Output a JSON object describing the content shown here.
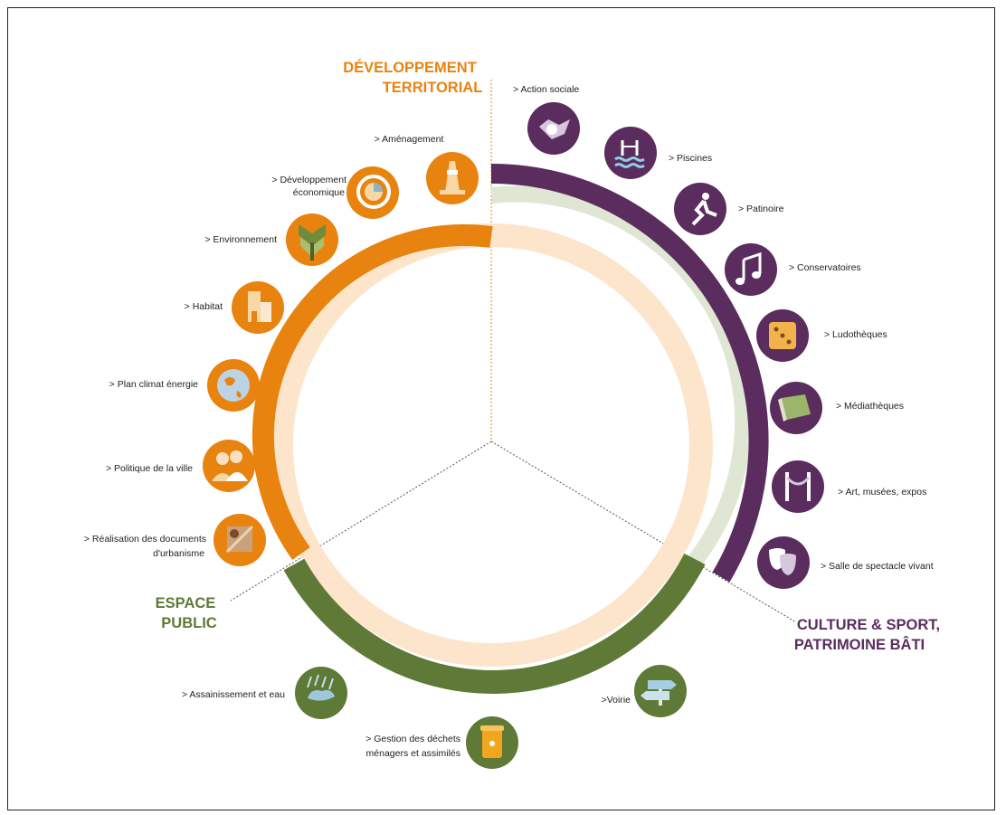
{
  "sections": {
    "dev": {
      "line1": "DÉVELOPPEMENT",
      "line2": "TERRITORIAL",
      "color": "#e8830f"
    },
    "culture": {
      "line1": "CULTURE & SPORT,",
      "line2": "PATRIMOINE BÂTI",
      "color": "#5b2c5e"
    },
    "espace": {
      "line1": "ESPACE",
      "line2": "PUBLIC",
      "color": "#5e7a36"
    }
  },
  "colors": {
    "orange": "#e8830f",
    "purple": "#5b2c5e",
    "green": "#5e7a36",
    "sage": "#dfe6d3",
    "peach": "#fde5cc"
  },
  "items": {
    "amenagement": {
      "label": "> Aménagement",
      "icon": "traffic-cone-icon"
    },
    "dev_eco": {
      "line1": "> Développement",
      "line2": "économique",
      "icon": "pie-chart-icon"
    },
    "environnement": {
      "label": "> Environnement",
      "icon": "leaf-icon"
    },
    "habitat": {
      "label": "> Habitat",
      "icon": "building-icon"
    },
    "plan_climat": {
      "label": "> Plan climat énergie",
      "icon": "globe-icon"
    },
    "politique_ville": {
      "label": "> Politique de la ville",
      "icon": "people-icon"
    },
    "urbanisme": {
      "line1": "> Réalisation des documents",
      "line2": "d'urbanisme",
      "icon": "map-pin-icon"
    },
    "action_sociale": {
      "label": "> Action sociale",
      "icon": "handshake-icon"
    },
    "piscines": {
      "label": "> Piscines",
      "icon": "pool-icon"
    },
    "patinoire": {
      "label": "> Patinoire",
      "icon": "skater-icon"
    },
    "conservatoires": {
      "label": "> Conservatoires",
      "icon": "music-note-icon"
    },
    "ludotheques": {
      "label": "> Ludothèques",
      "icon": "dice-icon"
    },
    "mediatheques": {
      "label": "> Médiathèques",
      "icon": "book-icon"
    },
    "art": {
      "label": "> Art, musées, expos",
      "icon": "museum-rope-icon"
    },
    "spectacle": {
      "label": "> Salle de spectacle vivant",
      "icon": "theater-masks-icon"
    },
    "assainissement": {
      "label": "> Assainissement et eau",
      "icon": "rain-icon"
    },
    "dechets": {
      "line1": "> Gestion des déchets",
      "line2": "ménagers et assimilés",
      "icon": "trash-bin-icon"
    },
    "voirie": {
      "label": ">Voirie",
      "icon": "signpost-icon"
    }
  }
}
